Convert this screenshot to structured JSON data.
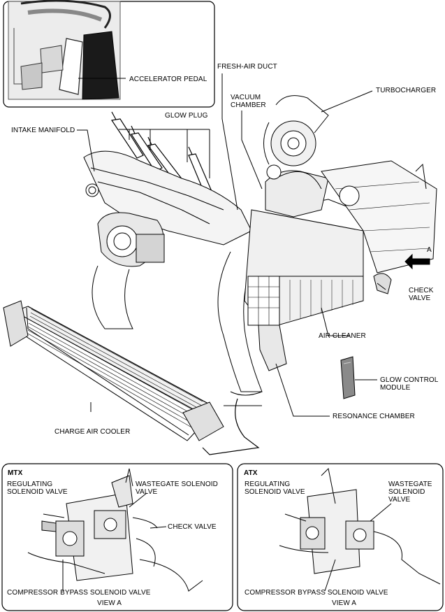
{
  "labels": {
    "accelerator_pedal": "ACCELERATOR PEDAL",
    "fresh_air_duct": "FRESH-AIR DUCT",
    "turbocharger": "TURBOCHARGER",
    "vacuum_chamber": [
      "VACUUM",
      "CHAMBER"
    ],
    "glow_plug": "GLOW PLUG",
    "intake_manifold": "INTAKE MANIFOLD",
    "arrow_a": "A",
    "check_valve": [
      "CHECK",
      "VALVE"
    ],
    "air_cleaner": "AIR CLEANER",
    "glow_control_module": [
      "GLOW CONTROL",
      "MODULE"
    ],
    "resonance_chamber": "RESONANCE CHAMBER",
    "charge_air_cooler": "CHARGE AIR COOLER"
  },
  "mtx": {
    "title": "MTX",
    "regulating_solenoid_valve": [
      "REGULATING",
      "SOLENOID VALVE"
    ],
    "wastegate_solenoid_valve": [
      "WASTEGATE SOLENOID",
      "VALVE"
    ],
    "check_valve": "CHECK VALVE",
    "compressor_bypass_solenoid_valve": "COMPRESSOR BYPASS SOLENOID VALVE",
    "view": "VIEW A"
  },
  "atx": {
    "title": "ATX",
    "regulating_solenoid_valve": [
      "REGULATING",
      "SOLENOID VALVE"
    ],
    "wastegate_solenoid_valve": [
      "WASTEGATE",
      "SOLENOID",
      "VALVE"
    ],
    "compressor_bypass_solenoid_valve": "COMPRESSOR BYPASS SOLENOID VALVE",
    "view": "VIEW A"
  }
}
